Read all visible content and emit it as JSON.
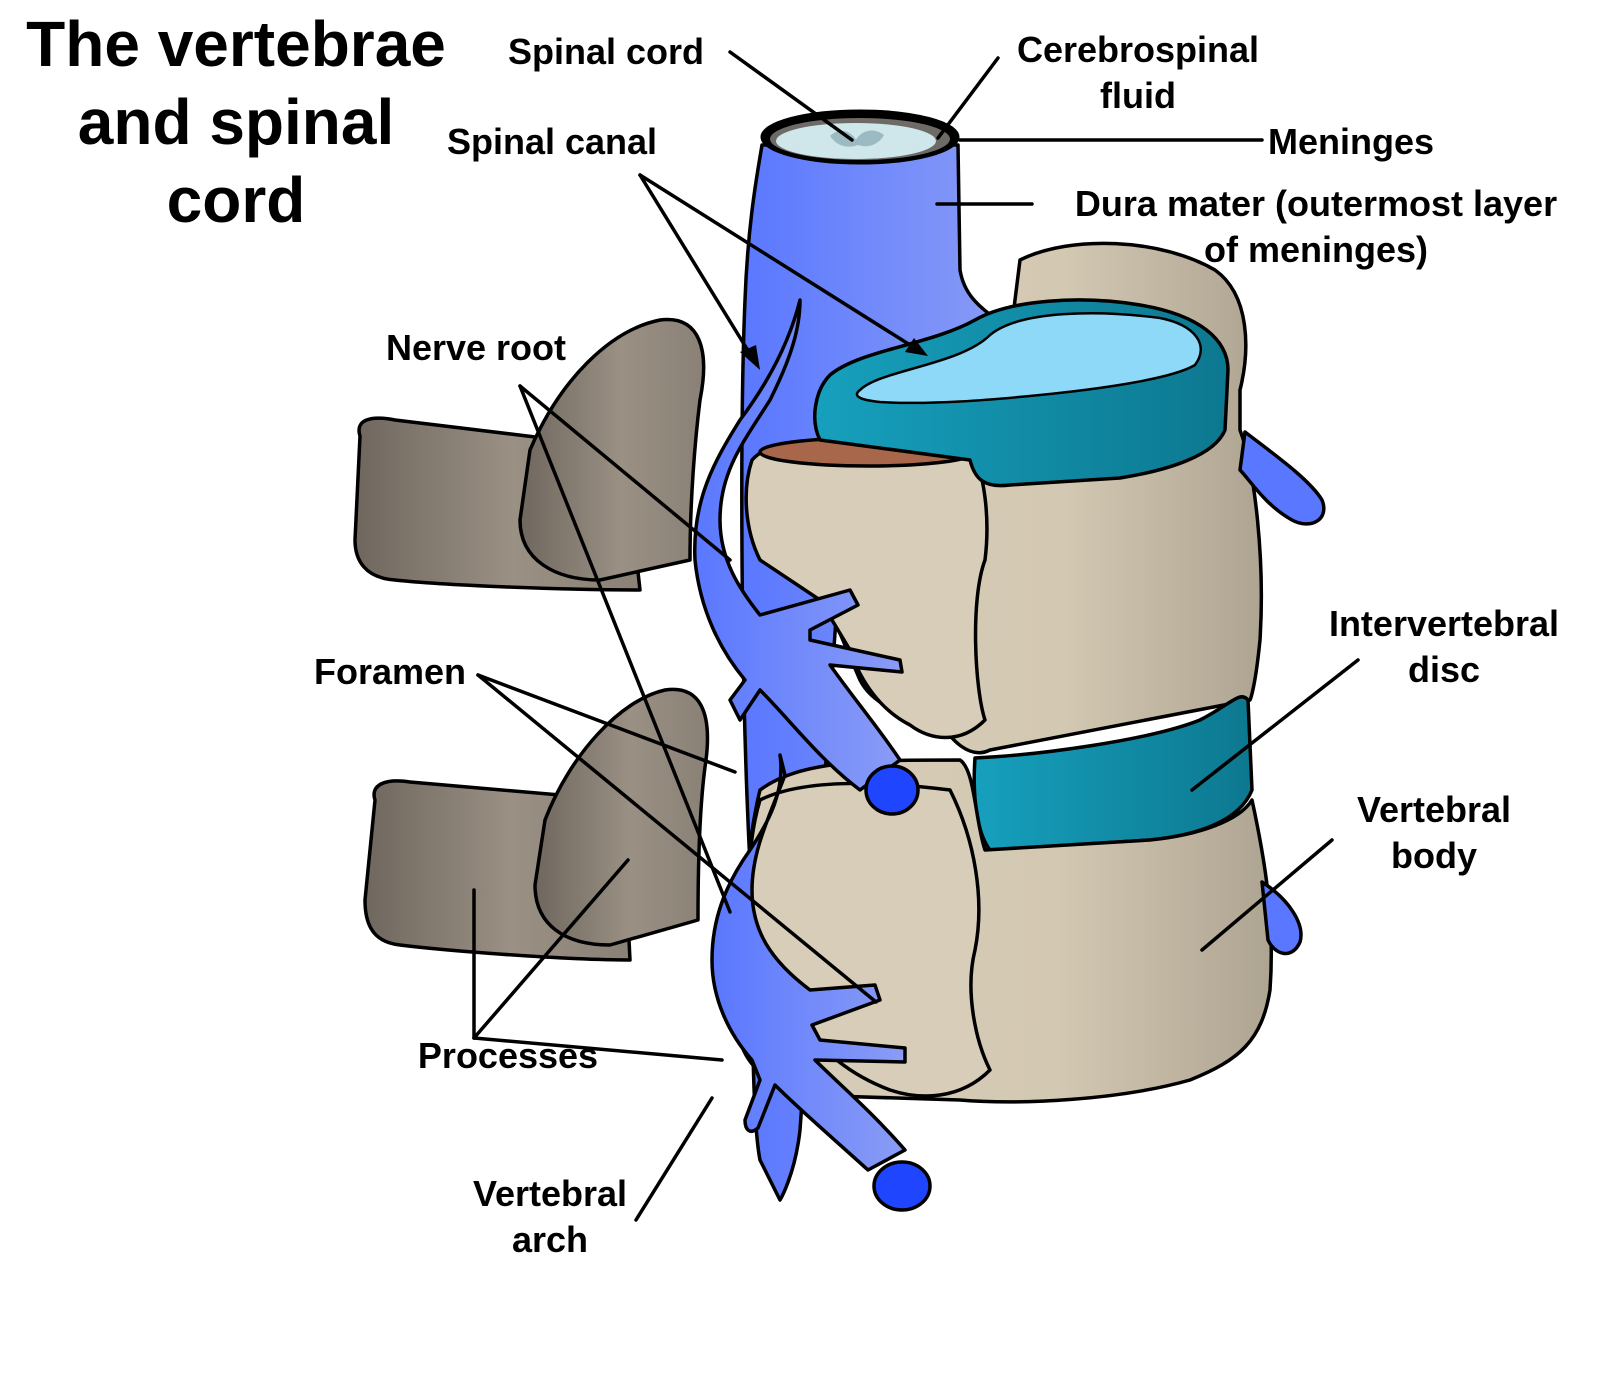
{
  "title": [
    "The vertebrae",
    "and spinal",
    "cord"
  ],
  "labels": {
    "spinal_cord": [
      "Spinal cord"
    ],
    "csf": [
      "Cerebrospinal",
      "fluid"
    ],
    "meninges": [
      "Meninges"
    ],
    "dura_mater": [
      "Dura mater (outermost layer",
      "of meninges)"
    ],
    "spinal_canal": [
      "Spinal canal"
    ],
    "nerve_root": [
      "Nerve root"
    ],
    "foramen": [
      "Foramen"
    ],
    "processes": [
      "Processes"
    ],
    "vertebral_arch": [
      "Vertebral",
      "arch"
    ],
    "intervertebral_disc": [
      "Intervertebral",
      "disc"
    ],
    "vertebral_body": [
      "Vertebral",
      "body"
    ]
  },
  "colors": {
    "bone": "#d6cbb7",
    "bone_dark": "#8e8478",
    "nerve": "#6a86ff",
    "nerve_dark": "#1f45ff",
    "disc": "#1499b6",
    "disc_light": "#8ed8f8",
    "marrow": "#a8674a",
    "cord": "#cfe6ea"
  }
}
